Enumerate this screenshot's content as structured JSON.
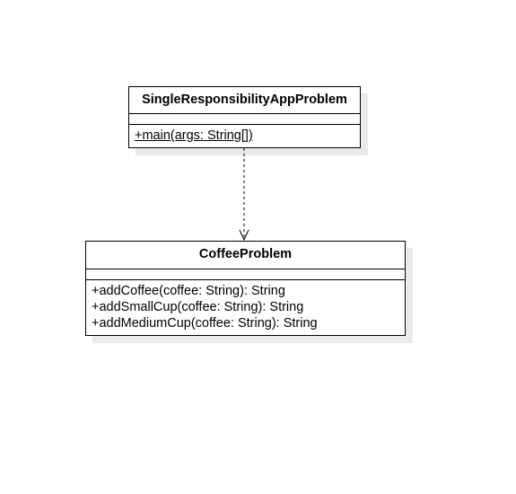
{
  "diagram": {
    "classes": [
      {
        "name": "SingleResponsibilityAppProblem",
        "attributes": [],
        "operations": [
          "+main(args: String[])"
        ]
      },
      {
        "name": "CoffeeProblem",
        "attributes": [],
        "operations": [
          "+addCoffee(coffee: String): String",
          "+addSmallCup(coffee: String): String",
          "+addMediumCup(coffee: String): String"
        ]
      }
    ],
    "relations": [
      {
        "type": "dependency",
        "from": "SingleResponsibilityAppProblem",
        "to": "CoffeeProblem"
      }
    ]
  }
}
